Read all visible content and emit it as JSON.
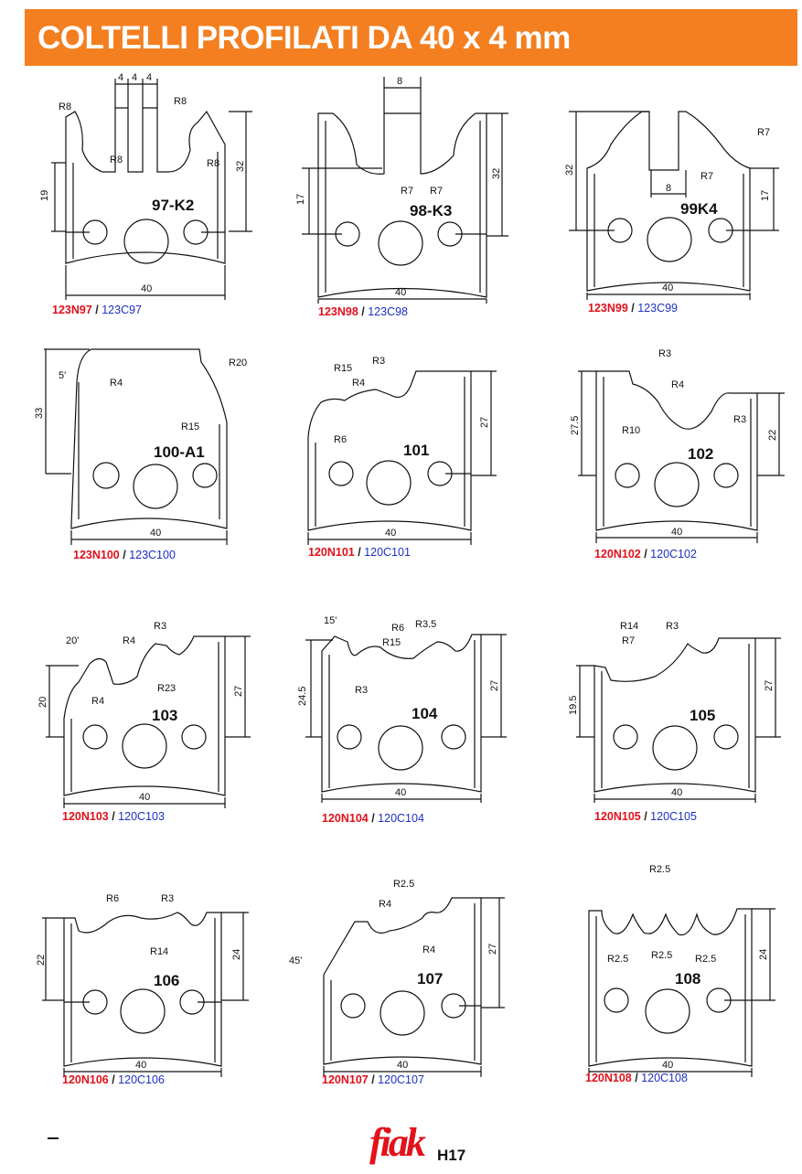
{
  "header": {
    "title": "COLTELLI PROFILATI DA 40 x 4 mm",
    "background": "#f47f20"
  },
  "colors": {
    "article_n": "#e0101a",
    "article_c": "#1c2fc4",
    "line": "#111111"
  },
  "knives": [
    {
      "label": "97-K2",
      "code_n": "123N97",
      "code_c": "123C97",
      "dims": [
        "4",
        "4",
        "4",
        "R8",
        "R8",
        "R8",
        "R8",
        "32",
        "19",
        "40"
      ]
    },
    {
      "label": "98-K3",
      "code_n": "123N98",
      "code_c": "123C98",
      "dims": [
        "8",
        "R7",
        "R7",
        "32",
        "17",
        "40"
      ]
    },
    {
      "label": "99K4",
      "code_n": "123N99",
      "code_c": "123C99",
      "dims": [
        "R7",
        "R7",
        "8",
        "32",
        "17",
        "40"
      ]
    },
    {
      "label": "100-A1",
      "code_n": "123N100",
      "code_c": "123C100",
      "dims": [
        "5'",
        "R4",
        "R20",
        "R15",
        "33",
        "40"
      ]
    },
    {
      "label": "101",
      "code_n": "120N101",
      "code_c": "120C101",
      "dims": [
        "R15",
        "R3",
        "R4",
        "R6",
        "27",
        "40"
      ]
    },
    {
      "label": "102",
      "code_n": "120N102",
      "code_c": "120C102",
      "dims": [
        "R3",
        "R4",
        "R10",
        "R3",
        "27.5",
        "22",
        "40"
      ]
    },
    {
      "label": "103",
      "code_n": "120N103",
      "code_c": "120C103",
      "dims": [
        "20'",
        "R4",
        "R3",
        "R23",
        "R4",
        "20",
        "27",
        "40"
      ]
    },
    {
      "label": "104",
      "code_n": "120N104",
      "code_c": "120C104",
      "dims": [
        "15'",
        "R6",
        "R3.5",
        "R15",
        "R3",
        "24.5",
        "27",
        "40"
      ]
    },
    {
      "label": "105",
      "code_n": "120N105",
      "code_c": "120C105",
      "dims": [
        "R14",
        "R3",
        "R7",
        "19.5",
        "27",
        "40"
      ]
    },
    {
      "label": "106",
      "code_n": "120N106",
      "code_c": "120C106",
      "dims": [
        "R6",
        "R3",
        "R14",
        "22",
        "24",
        "40"
      ]
    },
    {
      "label": "107",
      "code_n": "120N107",
      "code_c": "120C107",
      "dims": [
        "R2.5",
        "R4",
        "R4",
        "45'",
        "27",
        "40"
      ]
    },
    {
      "label": "108",
      "code_n": "120N108",
      "code_c": "120C108",
      "dims": [
        "R2.5",
        "R2.5",
        "R2.5",
        "R2.5",
        "24",
        "40"
      ]
    }
  ],
  "footer": {
    "brand": "fiak",
    "page_code": "H17"
  }
}
